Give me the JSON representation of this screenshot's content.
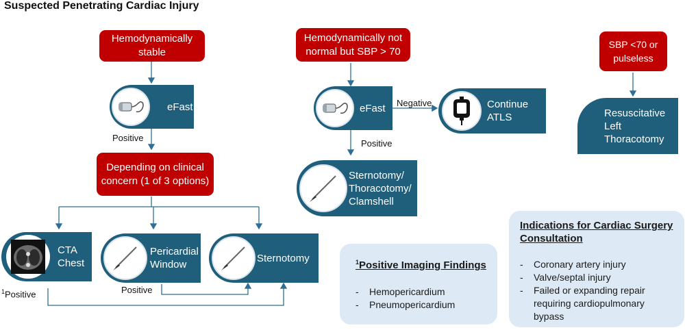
{
  "title": "Suspected Penetrating Cardiac Injury",
  "nodes": {
    "stable": "Hemodynamically stable",
    "not_normal": "Hemodynamically not normal but SBP > 70",
    "pulseless": "SBP <70 or pulseless",
    "efast_1": "eFast",
    "efast_2": "eFast",
    "continue_atls": "Continue ATLS",
    "resuscitative": "Resuscitative Left Thoracotomy",
    "depending": "Depending on clinical concern (1 of 3 options)",
    "sternotomy_options": "Sternotomy/ Thoracotomy/ Clamshell",
    "cta_chest": "CTA Chest",
    "pericardial_window": "Pericardial Window",
    "sternotomy": "Sternotomy"
  },
  "edge_labels": {
    "positive_1": "Positive",
    "positive_2": "Positive",
    "negative": "Negative",
    "positive_window": "Positive",
    "positive_cta_sup": "1",
    "positive_cta": "Positive"
  },
  "imaging_box": {
    "heading_sup": "1",
    "heading": "Positive Imaging Findings",
    "items": [
      "Hemopericardium",
      "Pneumopericardium"
    ]
  },
  "indications_box": {
    "heading": "Indications for Cardiac Surgery Consultation",
    "items": [
      "Coronary artery injury",
      "Valve/septal injury",
      "Failed or expanding repair requiring cardiopulmonary bypass"
    ]
  },
  "icons": {
    "ultrasound": "ultrasound-probe-icon",
    "scalpel": "scalpel-icon",
    "iv_bag": "iv-bag-icon",
    "ct_scan": "ct-scan-icon"
  },
  "colors": {
    "red": "#c00000",
    "teal": "#1f5f7b",
    "box": "#dde9f4",
    "arrow": "#2e6f95"
  }
}
